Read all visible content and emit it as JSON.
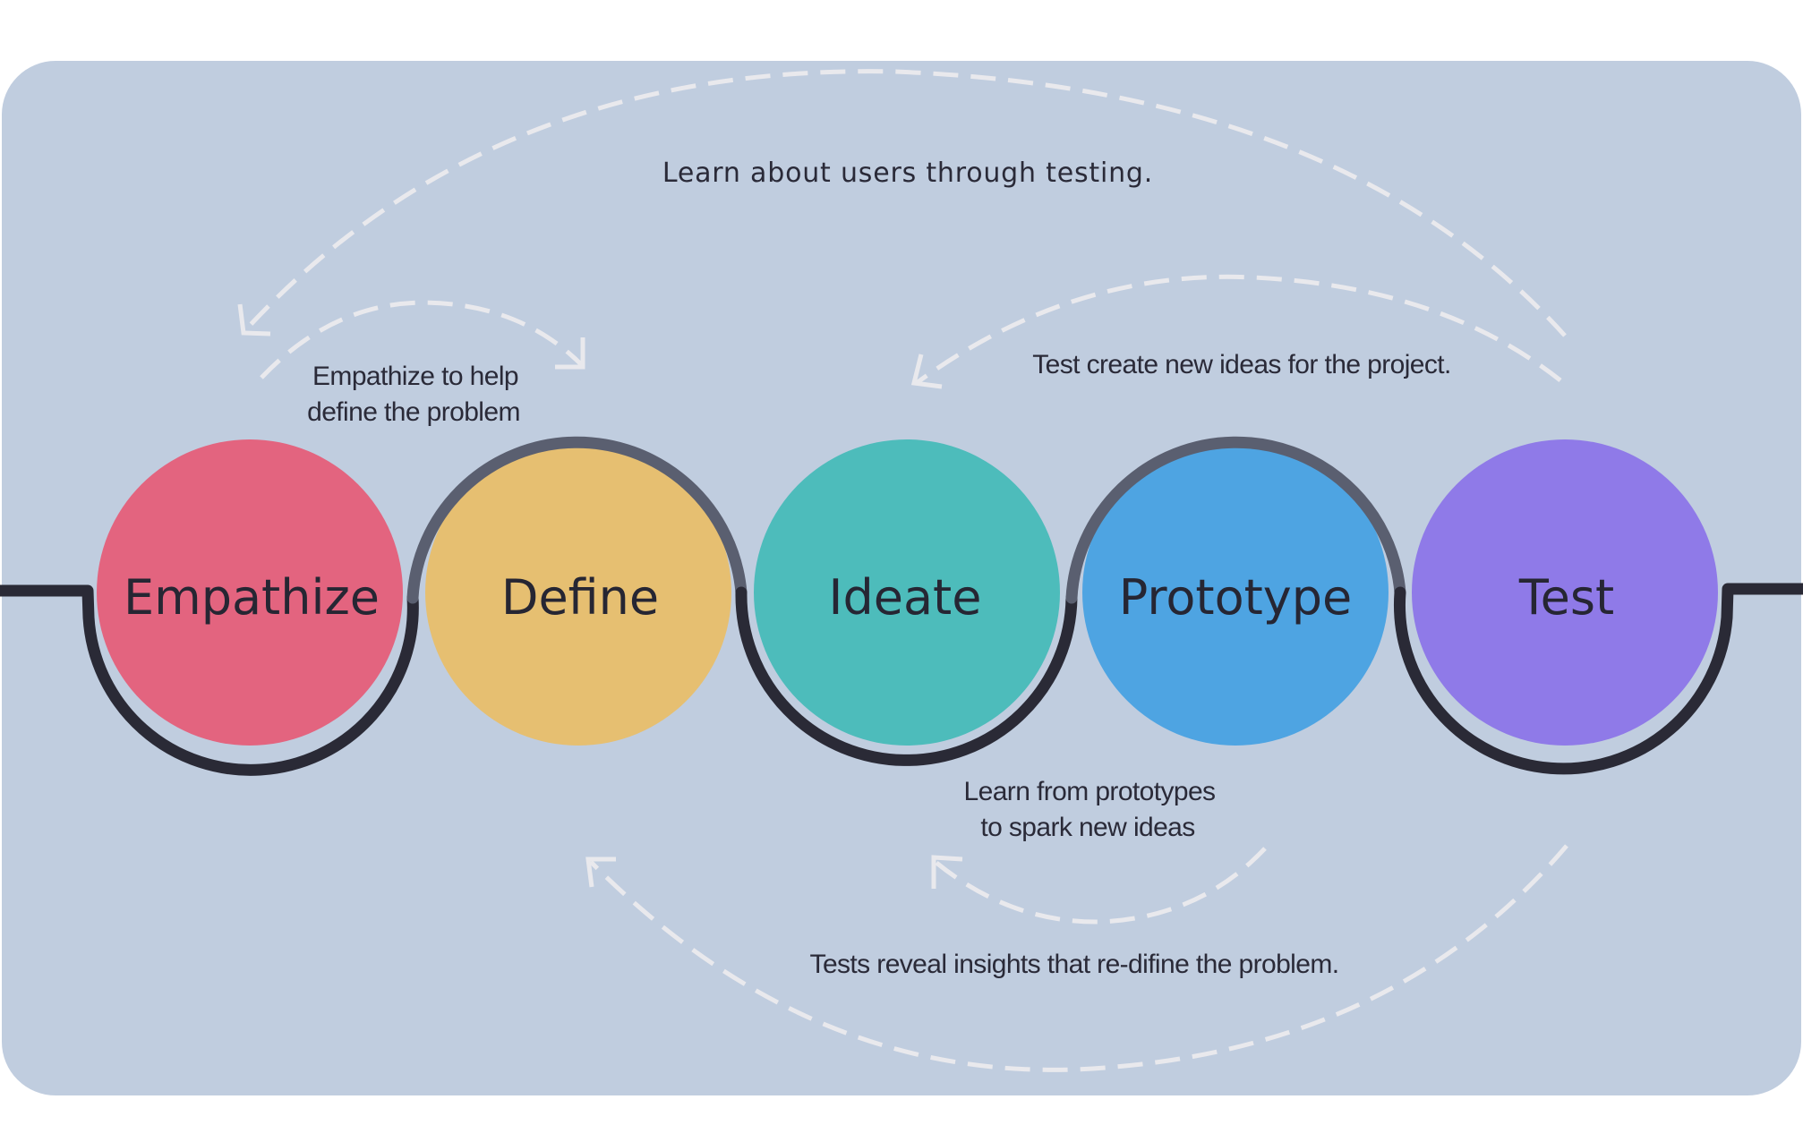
{
  "stages": [
    {
      "label": "Empathize",
      "color": "#e3647f"
    },
    {
      "label": "Define",
      "color": "#e6bf71"
    },
    {
      "label": "Ideate",
      "color": "#4dbcbb"
    },
    {
      "label": "Prototype",
      "color": "#4ea4e2"
    },
    {
      "label": "Test",
      "color": "#8f7ae8"
    }
  ],
  "notes": {
    "learn_users": "Learn about users through testing.",
    "empathize_help_line1": "Empathize to help",
    "empathize_help_line2": "define the problem",
    "test_ideas": "Test create new ideas for the project.",
    "prototypes_line1": "Learn from prototypes",
    "prototypes_line2": "to spark new ideas",
    "tests_reveal": "Tests reveal insights that re-difine the problem."
  },
  "colors": {
    "background_panel": "#c0cddf",
    "wave_dark": "#2a2a36",
    "wave_light": "#5a5f70",
    "arrow": "#e9e9ed"
  }
}
